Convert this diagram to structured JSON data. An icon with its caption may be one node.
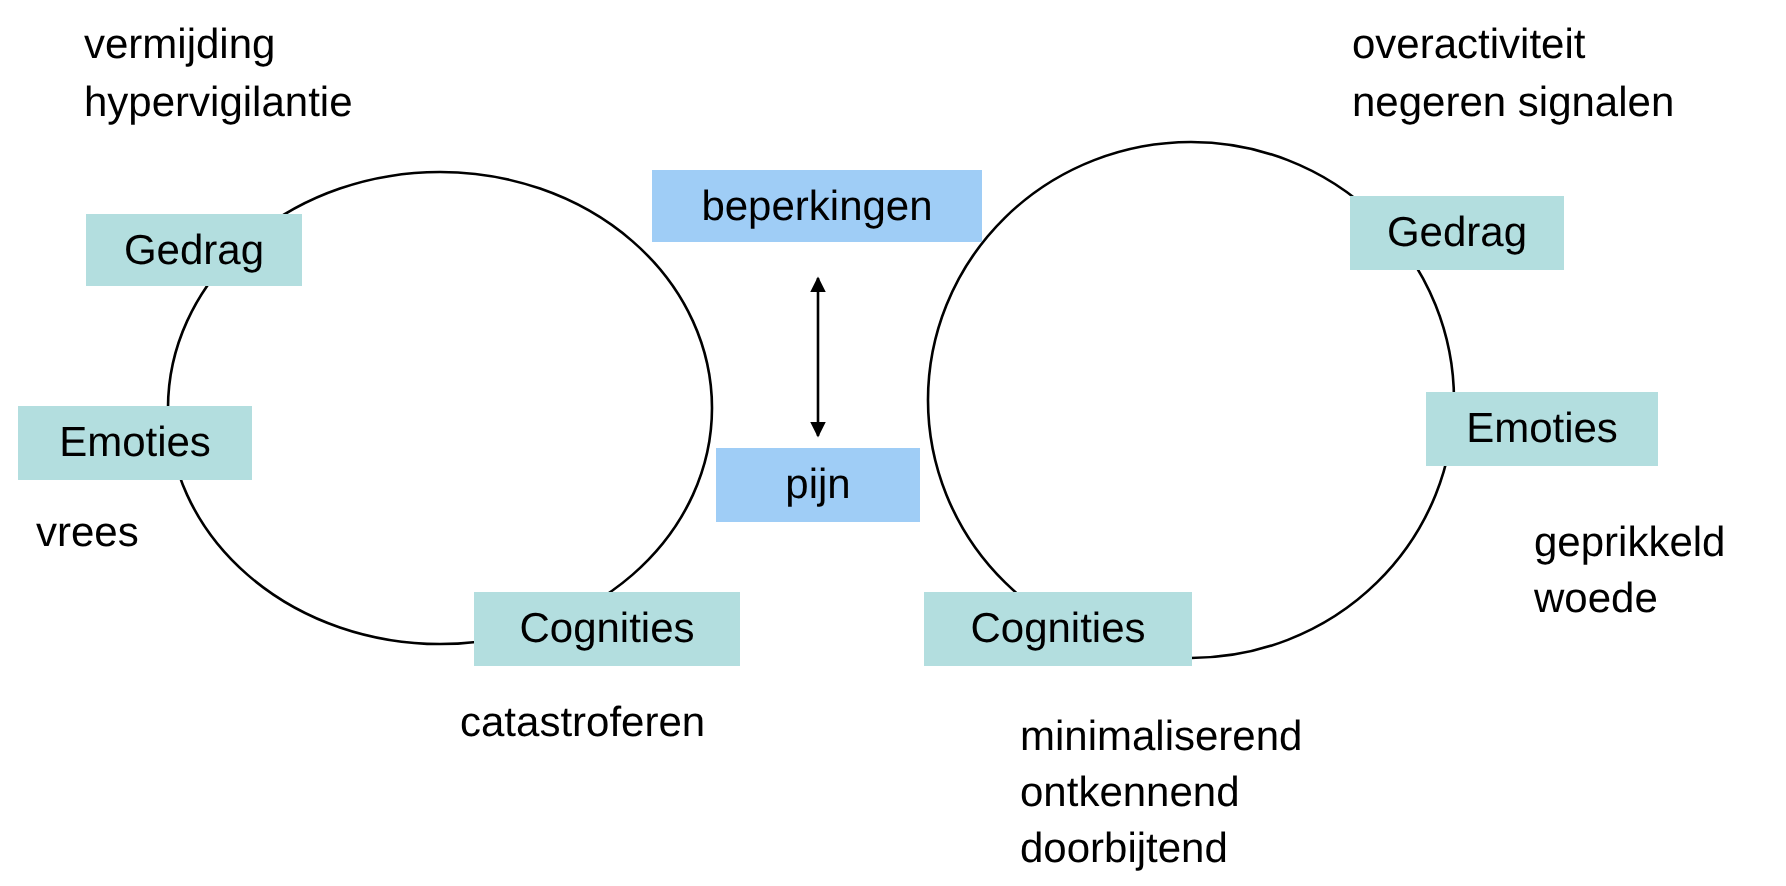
{
  "diagram": {
    "nodes": [
      {
        "text": [],
        "shape": "circle"
      },
      {
        "text": [
          "Gedrag"
        ]
      },
      {
        "text": [
          "Emoties"
        ],
        "beside": [
          "vrees"
        ]
      },
      {
        "text": [
          "Cognities"
        ],
        "beside": [
          "catastroferen"
        ]
      },
      {
        "text": [
          "beperkingen"
        ]
      },
      {
        "text": [
          "pijn"
        ]
      },
      {
        "text": [],
        "shape": "circle"
      },
      {
        "text": [
          "Gedrag"
        ]
      },
      {
        "text": [
          "Emoties"
        ],
        "beside": [
          "geprikkeld woede"
        ]
      },
      {
        "text": [
          "Cognities"
        ],
        "beside": [
          "minimaliserend ontkennend doorbijtend"
        ]
      }
    ],
    "labels": [
      "vermijding hypervigilantie",
      "overactiviteit negeren signalen"
    ],
    "edges": [
      {
        "from": 4,
        "to": 5,
        "arrow": "both"
      }
    ]
  }
}
